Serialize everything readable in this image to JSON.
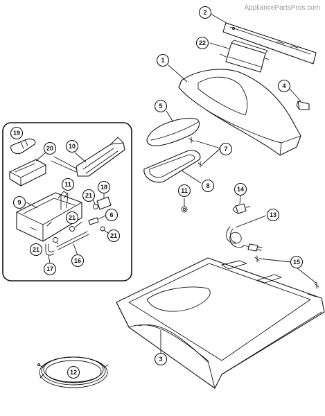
{
  "watermark": "AppliancePartsPros.com",
  "callouts": [
    "1",
    "2",
    "22",
    "4",
    "5",
    "7",
    "8",
    "11",
    "14",
    "13",
    "15",
    "3",
    "12",
    "19",
    "20",
    "10",
    "9",
    "21",
    "18",
    "6",
    "17",
    "16"
  ]
}
